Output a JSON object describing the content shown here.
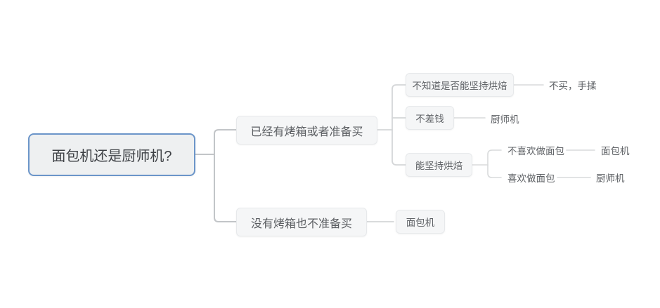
{
  "colors": {
    "background": "#ffffff",
    "root_border": "#6b95c9",
    "root_fill": "#eef0f1",
    "root_text": "#3e4145",
    "node_fill": "#f5f6f7",
    "node_border": "#e7e9eb",
    "node_text": "#5a5d61",
    "leaf_text": "#5e6165",
    "connector_primary": "#c2c5c8",
    "connector_secondary": "#d4d6d8",
    "connector_leaf": "#d8dadb"
  },
  "mindmap": {
    "root": {
      "label": "面包机还是厨师机?"
    },
    "children": [
      {
        "label": "已经有烤箱或者准备买",
        "children": [
          {
            "label": "不知道是否能坚持烘焙",
            "children": [
              {
                "label": "不买，手揉"
              }
            ]
          },
          {
            "label": "不差钱",
            "children": [
              {
                "label": "厨师机"
              }
            ]
          },
          {
            "label": "能坚持烘焙",
            "children": [
              {
                "label": "不喜欢做面包",
                "children": [
                  {
                    "label": "面包机"
                  }
                ]
              },
              {
                "label": "喜欢做面包",
                "children": [
                  {
                    "label": "厨师机"
                  }
                ]
              }
            ]
          }
        ]
      },
      {
        "label": "没有烤箱也不准备买",
        "children": [
          {
            "label": "面包机"
          }
        ]
      }
    ]
  }
}
